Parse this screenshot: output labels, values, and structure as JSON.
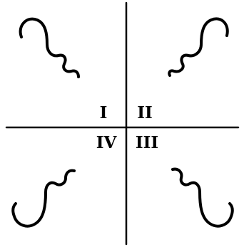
{
  "quadrants": {
    "q1": {
      "label": "I"
    },
    "q2": {
      "label": "II"
    },
    "q3": {
      "label": "III"
    },
    "q4": {
      "label": "IV"
    }
  },
  "colors": {
    "ink": "#000000",
    "background": "#ffffff"
  }
}
